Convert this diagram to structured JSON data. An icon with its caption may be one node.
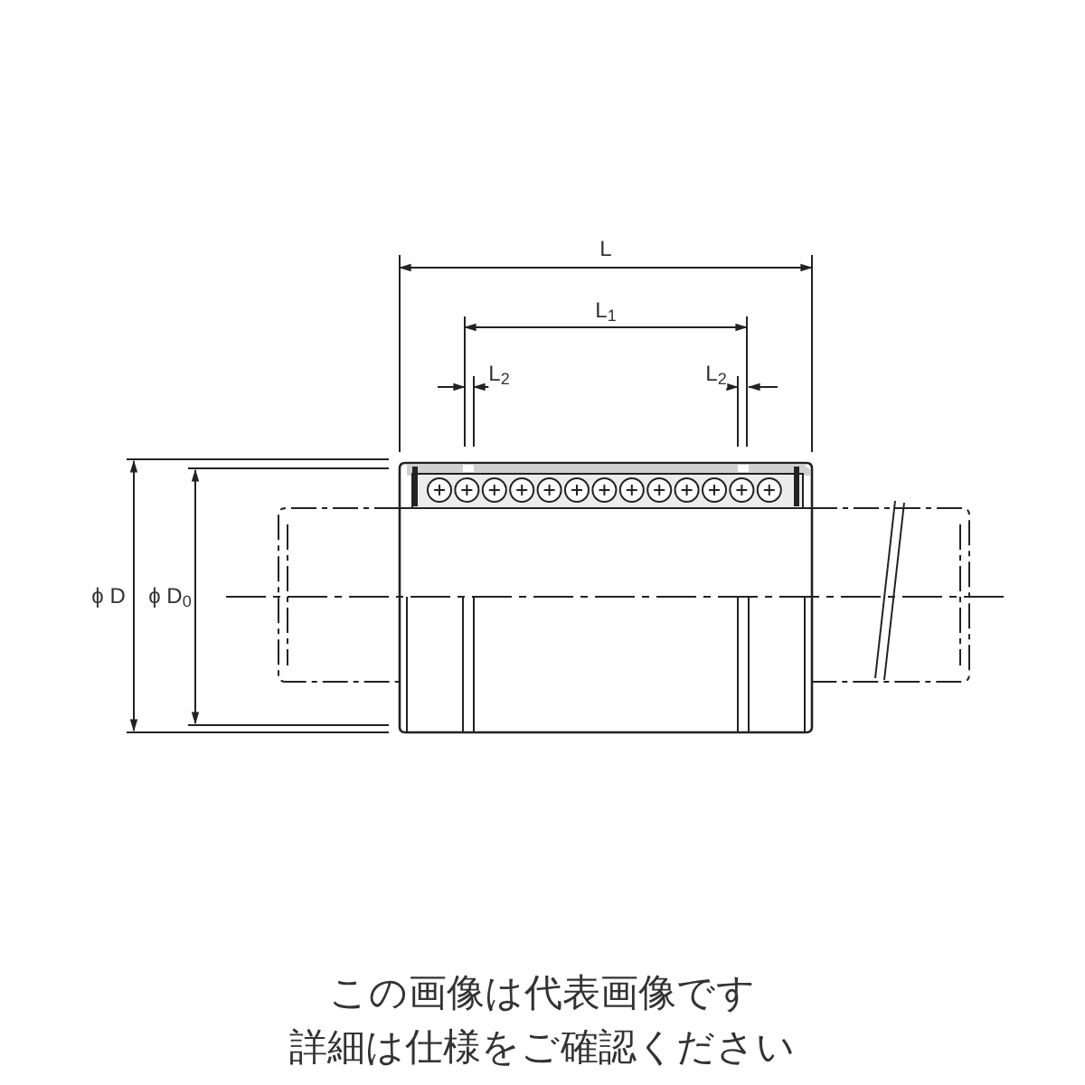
{
  "diagram": {
    "labels": [
      "L",
      "L$_{1}$",
      "L$_{2}$",
      "L$_{2}$",
      "ϕ D",
      "ϕ D$_{0}$",
      "この画像は代表画像です",
      "詳細は仕様をご確認ください"
    ]
  }
}
